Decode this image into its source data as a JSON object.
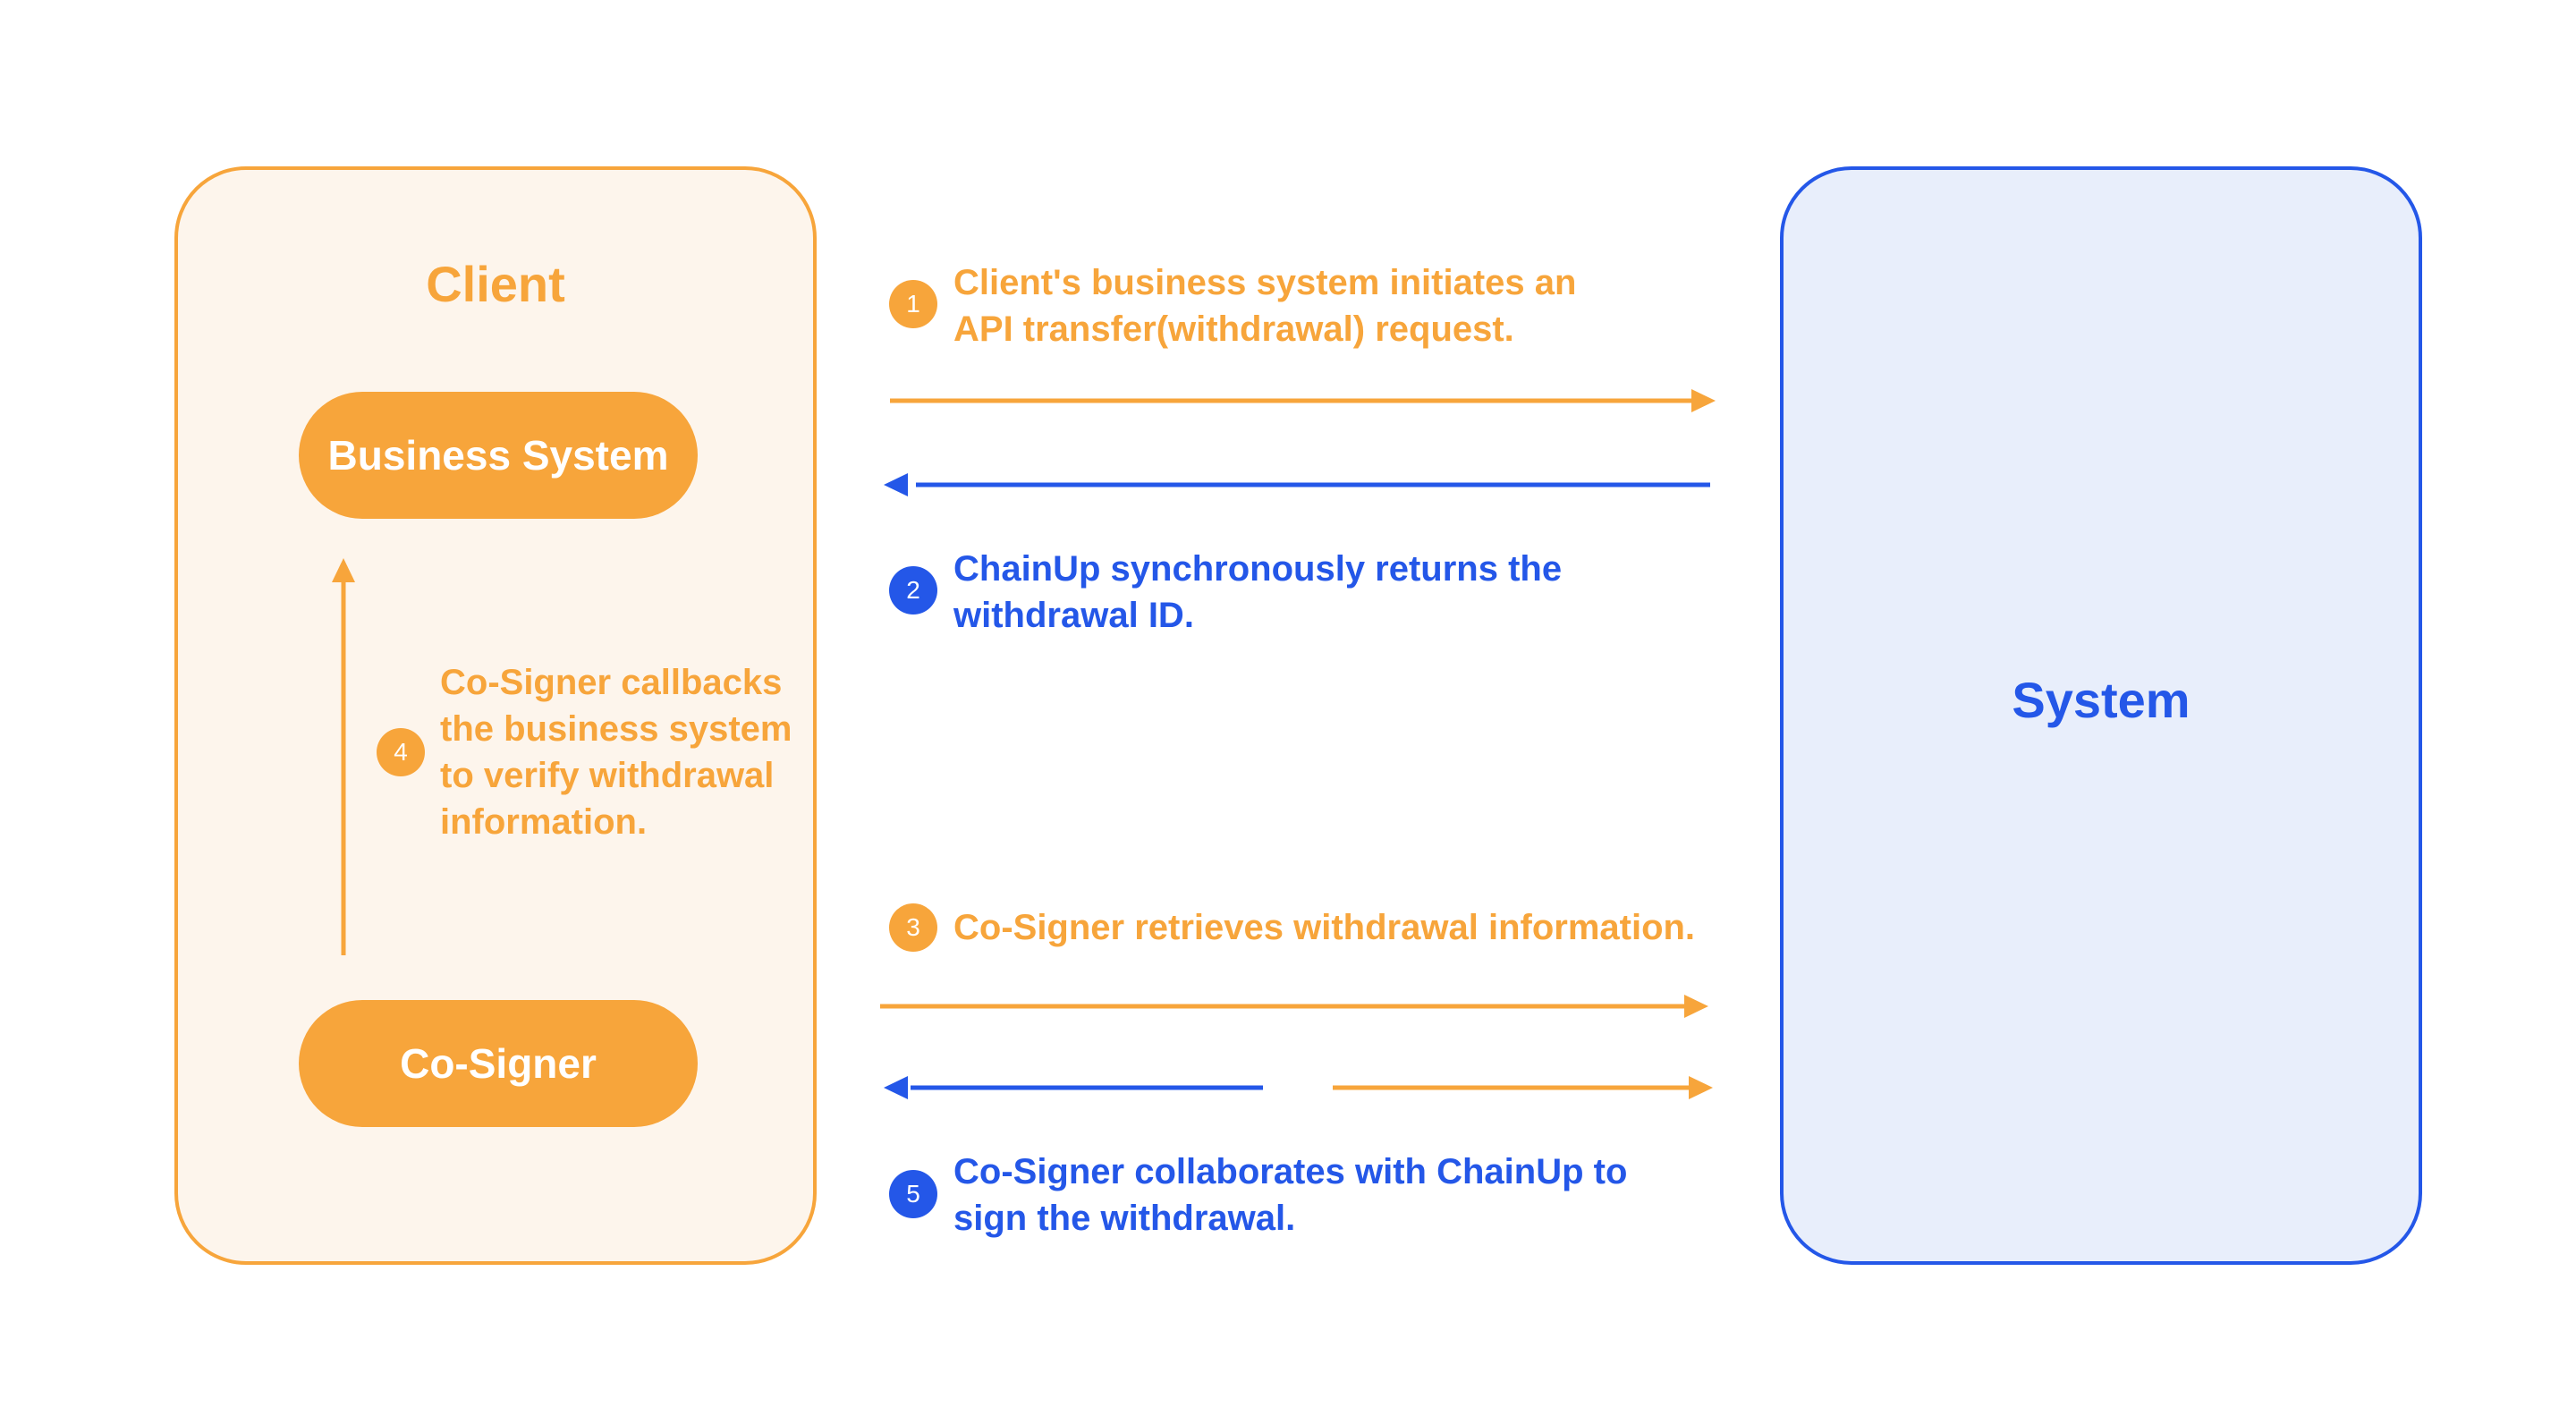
{
  "client": {
    "title": "Client",
    "business_system_label": "Business System",
    "cosigner_label": "Co-Signer"
  },
  "system": {
    "title": "System"
  },
  "steps": [
    {
      "number": "1",
      "text": "Client's business system initiates an API transfer(withdrawal) request.",
      "color": "#f7a53b"
    },
    {
      "number": "2",
      "text": "ChainUp synchronously returns the withdrawal ID.",
      "color": "#2457e8"
    },
    {
      "number": "3",
      "text": "Co-Signer retrieves withdrawal information.",
      "color": "#f7a53b"
    },
    {
      "number": "4",
      "text": "Co-Signer callbacks the business system to verify withdrawal information.",
      "color": "#f7a53b"
    },
    {
      "number": "5",
      "text": "Co-Signer collaborates with ChainUp to sign the withdrawal.",
      "color": "#2457e8"
    }
  ],
  "colors": {
    "client_accent": "#f7a53b",
    "system_accent": "#2457e8",
    "client_fill": "#fdf5ec",
    "system_fill": "#e8eefb"
  }
}
